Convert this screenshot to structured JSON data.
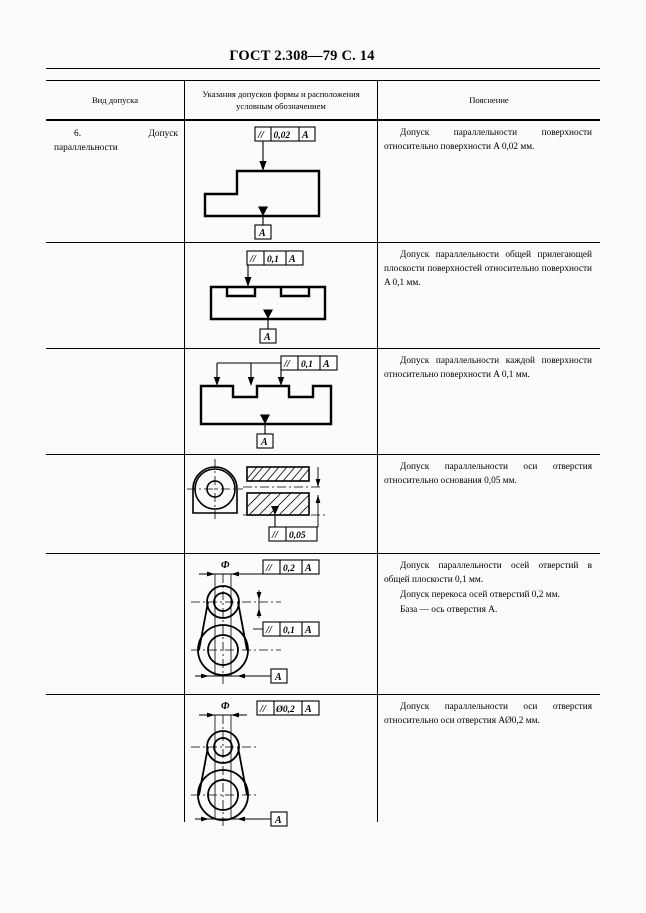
{
  "header": {
    "standard": "ГОСТ 2.308—79  С. 14"
  },
  "table": {
    "columns": [
      {
        "label": "Вид допуска"
      },
      {
        "label": "Указания допусков формы и расположения условным обозначением"
      },
      {
        "label": "Пояснение"
      }
    ],
    "rows": [
      {
        "kind": "6. Допуск параллельности",
        "figure": {
          "name": "parallelism-stepped-block",
          "frame": {
            "symbol": "//",
            "tolerance": "0,02",
            "datum": "A"
          },
          "datum_label": "A"
        },
        "explanation": [
          "Допуск параллельности поверхности относительно поверхности A 0,02 мм."
        ]
      },
      {
        "kind": "",
        "figure": {
          "name": "parallelism-common-plane",
          "frame": {
            "symbol": "//",
            "tolerance": "0,1",
            "datum": "A"
          },
          "datum_label": "A"
        },
        "explanation": [
          "Допуск параллельности общей прилегающей плоскости поверхностей относительно поверхности A 0,1 мм."
        ]
      },
      {
        "kind": "",
        "figure": {
          "name": "parallelism-each-surface",
          "frame": {
            "symbol": "//",
            "tolerance": "0,1",
            "datum": "A"
          },
          "datum_label": "A"
        },
        "explanation": [
          "Допуск параллельности каждой поверхности относительно поверхности A 0,1 мм."
        ]
      },
      {
        "kind": "",
        "figure": {
          "name": "parallelism-hole-axis-to-base",
          "frame": {
            "symbol": "//",
            "tolerance": "0,05",
            "datum": ""
          }
        },
        "explanation": [
          "Допуск параллельности оси отверстия относительно основания 0,05 мм."
        ]
      },
      {
        "kind": "",
        "figure": {
          "name": "parallelism-axes-common-plane",
          "frame_top": {
            "symbol": "//",
            "tolerance": "0,2",
            "datum": "A"
          },
          "frame_bottom": {
            "symbol": "//",
            "tolerance": "0,1",
            "datum": "A"
          },
          "datum_label": "A",
          "dimension_label": "Ф"
        },
        "explanation": [
          "Допуск параллельности осей отверстий в общей плоскости 0,1 мм.",
          "Допуск перекоса осей отверстий 0,2 мм.",
          "База — ось отверстия A."
        ]
      },
      {
        "kind": "",
        "figure": {
          "name": "parallelism-axis-to-axis",
          "frame": {
            "symbol": "//",
            "tolerance": "Ø0,2",
            "datum": "A"
          },
          "datum_label": "A",
          "dimension_label": "Ф"
        },
        "explanation": [
          "Допуск параллельности оси отверстия относительно оси отверстия AØ0,2 мм."
        ]
      }
    ]
  }
}
